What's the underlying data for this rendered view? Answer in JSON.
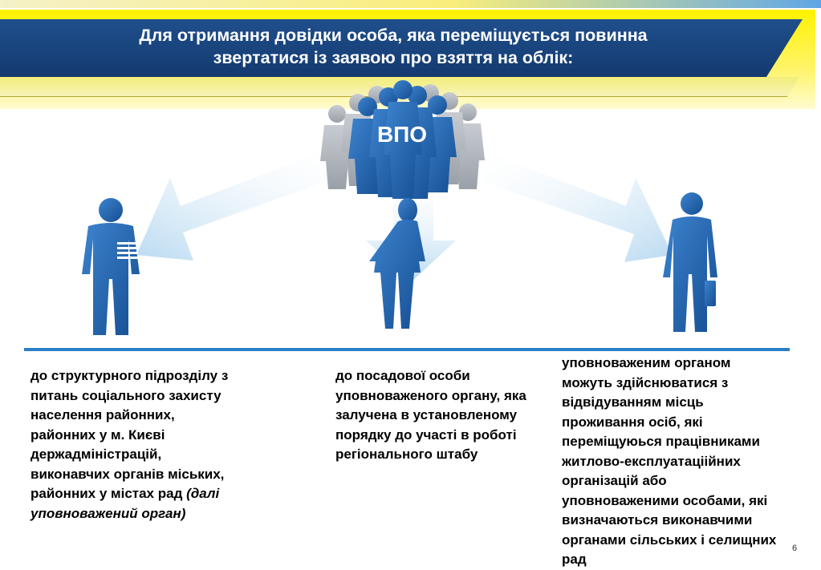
{
  "title": {
    "line1": "Для отримання довідки особа, яка переміщується повинна",
    "line2": "звертатися  із заявою про взяття на облік:"
  },
  "center_label": "ВПО",
  "icons": {
    "crowd": "people-crowd-icon",
    "left_person": "person-with-documents-icon",
    "middle_person": "woman-silhouette-icon",
    "right_person": "man-with-briefcase-icon"
  },
  "colors": {
    "banner_blue": "#1f4f8c",
    "banner_yellow": "#fff200",
    "silhouette_blue": "#1f5fa6",
    "arrow_light": "#cfe5f4",
    "divider": "#2b7fc8"
  },
  "columns": {
    "left": {
      "text": "до структурного підрозділу з питань соціального захисту населення районних, районних у м. Києві держадміністрацій, виконавчих органів міських, районних у містах рад ",
      "italic": "(далі уповноважений орган)"
    },
    "middle": {
      "text": "до посадової особи уповноваженого органу, яка залучена в установленому порядку до участі в роботі регіонального штабу"
    },
    "right": {
      "lines": [
        "уповноваженим органом",
        "можуть здійснюватися з",
        "відвідуванням місць",
        "проживання осіб, які",
        "переміщуюься працівниками",
        "житлово-експлуатаціійних",
        "організацій або",
        "уповноваженими особами, які",
        "визначаються виконавчими",
        "органами сільських і селищних",
        "рад"
      ]
    }
  },
  "page_number": "6"
}
